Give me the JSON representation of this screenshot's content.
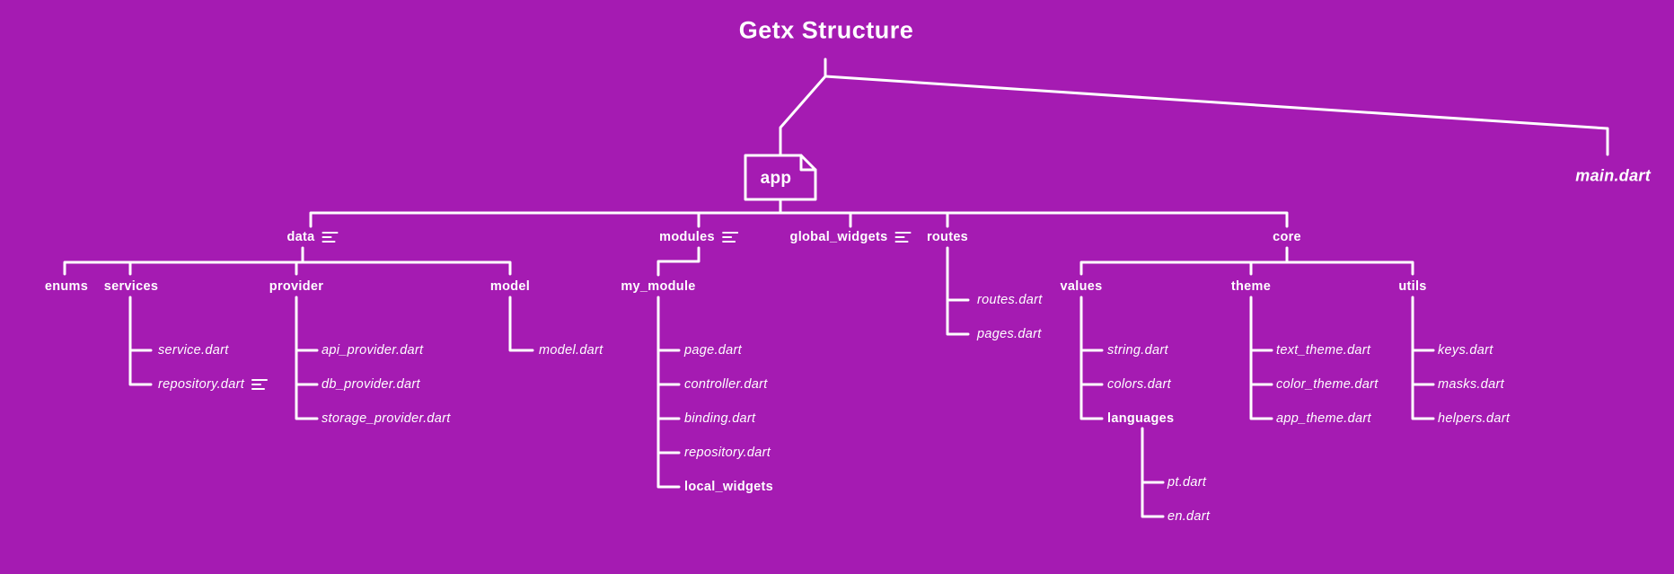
{
  "title": "Getx Structure",
  "colors": {
    "background": "#a51bb2",
    "line": "#ffffff",
    "text": "#ffffff"
  },
  "tree": {
    "app": {
      "label": "app"
    },
    "main_file": {
      "label": "main.dart"
    },
    "branches": {
      "data": {
        "label": "data",
        "icon": "list-icon",
        "enums": {
          "label": "enums"
        },
        "services": {
          "label": "services",
          "files": [
            "service.dart",
            "repository.dart"
          ],
          "repository_icon": "list-icon"
        },
        "provider": {
          "label": "provider",
          "files": [
            "api_provider.dart",
            "db_provider.dart",
            "storage_provider.dart"
          ]
        },
        "model": {
          "label": "model",
          "files": [
            "model.dart"
          ]
        }
      },
      "modules": {
        "label": "modules",
        "icon": "list-icon",
        "my_module": {
          "label": "my_module",
          "files": [
            "page.dart",
            "controller.dart",
            "binding.dart",
            "repository.dart"
          ],
          "local_widgets": {
            "label": "local_widgets"
          }
        }
      },
      "global_widgets": {
        "label": "global_widgets",
        "icon": "list-icon"
      },
      "routes": {
        "label": "routes",
        "files": [
          "routes.dart",
          "pages.dart"
        ]
      },
      "core": {
        "label": "core",
        "values": {
          "label": "values",
          "files": [
            "string.dart",
            "colors.dart"
          ],
          "languages": {
            "label": "languages",
            "files": [
              "pt.dart",
              "en.dart"
            ]
          }
        },
        "theme": {
          "label": "theme",
          "files": [
            "text_theme.dart",
            "color_theme.dart",
            "app_theme.dart"
          ]
        },
        "utils": {
          "label": "utils",
          "files": [
            "keys.dart",
            "masks.dart",
            "helpers.dart"
          ]
        }
      }
    }
  }
}
